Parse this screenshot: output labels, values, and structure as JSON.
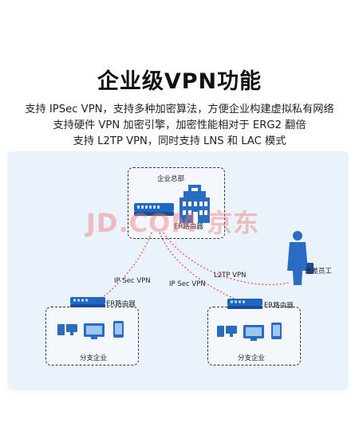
{
  "title": "企业级VPN功能",
  "features": [
    "支持 IPSec VPN，支持多种加密算法，方便企业构建虚拟私有网络",
    "支持硬件 VPN 加密引擎，加密性能相对于 ERG2 翻倍",
    "支持 L2TP VPN，同时支持 LNS 和 LAC 模式"
  ],
  "diagram": {
    "headquarters_label": "企业总部",
    "hq_router_label": "ER路由器",
    "branch_left": {
      "router_label": "ER路由器",
      "label": "分支企业"
    },
    "branch_right": {
      "router_label": "ER路由器",
      "label": "分支企业"
    },
    "links": {
      "ipsec_left": "IP Sec VPN",
      "ipsec_right": "IP Sec VPN",
      "l2tp": "L2TP VPN"
    },
    "remote_worker_label": "出差员工"
  },
  "watermark": "JD.COM 京东",
  "colors": {
    "accent": "#2a6cc2",
    "link": "#e8564a",
    "panel": "#eaf3fc"
  }
}
